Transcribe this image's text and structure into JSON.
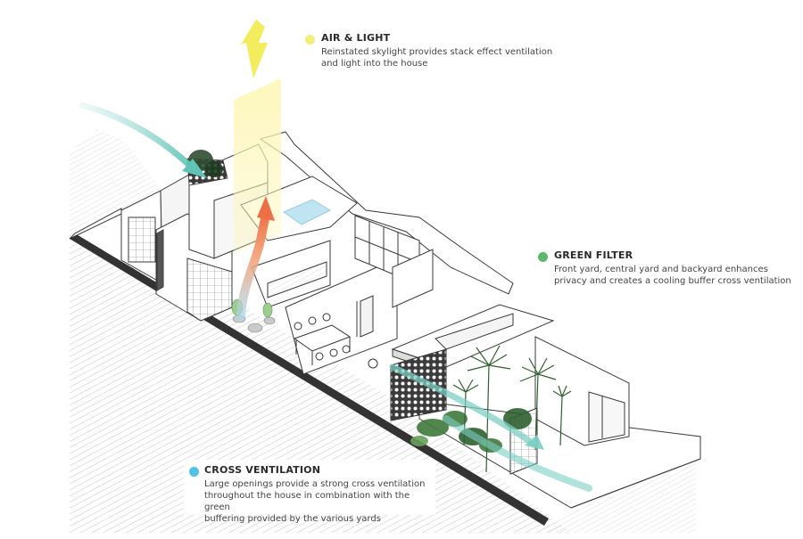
{
  "callouts": {
    "air_light": {
      "title": "AIR & LIGHT",
      "body": "Reinstated skylight provides stack effect ventilation\nand light into the house",
      "color": "#f3ee7a"
    },
    "green_filter": {
      "title": "GREEN FILTER",
      "body": "Front yard, central yard and backyard enhances\nprivacy and creates a cooling buffer cross ventilation",
      "color": "#5cb86a"
    },
    "cross_ventilation": {
      "title": "CROSS VENTILATION",
      "body": "Large openings provide a strong cross ventilation\nthroughout the house in combination with the green\nbuffering provided by the various yards",
      "color": "#4fc0e8"
    }
  },
  "colors": {
    "light_beam": "#fbf3a6",
    "lightning": "#f3ec5c",
    "warm_air": "#f07a4e",
    "breeze": "#7ccfc4",
    "linework": "#3a3a3a",
    "hatch": "#bdbdbd",
    "plants": "#3f7a3c"
  }
}
